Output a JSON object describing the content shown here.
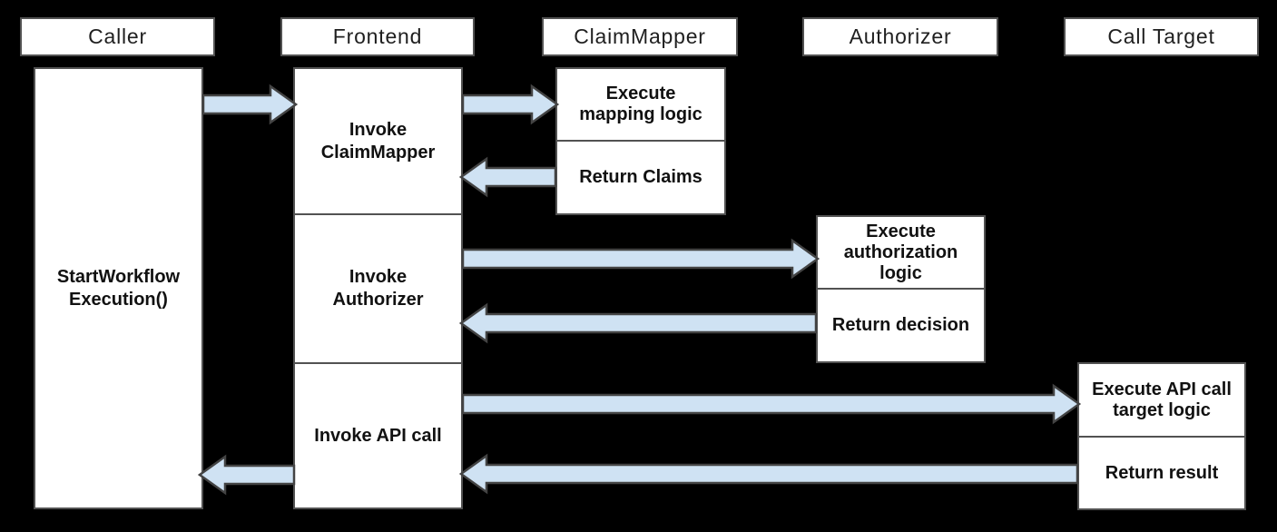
{
  "diagram_type": "sequence-flow",
  "colors": {
    "background": "#000000",
    "box_bg": "#ffffff",
    "box_border": "#525252",
    "header_text": "#1f1f1f",
    "body_text": "#111111",
    "arrow_fill": "#cfe2f3",
    "arrow_stroke": "#434343"
  },
  "headers": [
    {
      "id": "caller",
      "label": "Caller"
    },
    {
      "id": "frontend",
      "label": "Frontend"
    },
    {
      "id": "claimmapper",
      "label": "ClaimMapper"
    },
    {
      "id": "authorizer",
      "label": "Authorizer"
    },
    {
      "id": "calltarget",
      "label": "Call Target"
    }
  ],
  "boxes": {
    "start_workflow": {
      "label": "StartWorkflowExecution()",
      "lines": [
        "StartWorkflow",
        "Execution()"
      ]
    },
    "invoke_claimmapper": {
      "label": "Invoke ClaimMapper",
      "lines": [
        "Invoke",
        "ClaimMapper"
      ]
    },
    "invoke_authorizer": {
      "label": "Invoke Authorizer",
      "lines": [
        "Invoke",
        "Authorizer"
      ]
    },
    "invoke_api_call": {
      "label": "Invoke API call",
      "lines": [
        "Invoke API call"
      ]
    },
    "execute_mapping": {
      "label": "Execute mapping logic",
      "lines": [
        "Execute",
        "mapping logic"
      ]
    },
    "return_claims": {
      "label": "Return Claims",
      "lines": [
        "Return Claims"
      ]
    },
    "execute_authorization": {
      "label": "Execute authorization logic",
      "lines": [
        "Execute",
        "authorization",
        "logic"
      ]
    },
    "return_decision": {
      "label": "Return decision",
      "lines": [
        "Return decision"
      ]
    },
    "execute_api_target": {
      "label": "Execute API call target logic",
      "lines": [
        "Execute API call",
        "target logic"
      ]
    },
    "return_result": {
      "label": "Return result",
      "lines": [
        "Return result"
      ]
    }
  },
  "arrows": [
    {
      "from": "caller",
      "to": "frontend",
      "direction": "right"
    },
    {
      "from": "frontend",
      "to": "claimmapper",
      "direction": "right",
      "message": "Execute mapping logic"
    },
    {
      "from": "claimmapper",
      "to": "frontend",
      "direction": "left",
      "message": "Return Claims"
    },
    {
      "from": "frontend",
      "to": "authorizer",
      "direction": "right",
      "message": "Execute authorization logic"
    },
    {
      "from": "authorizer",
      "to": "frontend",
      "direction": "left",
      "message": "Return decision"
    },
    {
      "from": "frontend",
      "to": "calltarget",
      "direction": "right",
      "message": "Execute API call target logic"
    },
    {
      "from": "calltarget",
      "to": "frontend",
      "direction": "left",
      "message": "Return result"
    },
    {
      "from": "frontend",
      "to": "caller",
      "direction": "left",
      "message": "Return result"
    }
  ]
}
